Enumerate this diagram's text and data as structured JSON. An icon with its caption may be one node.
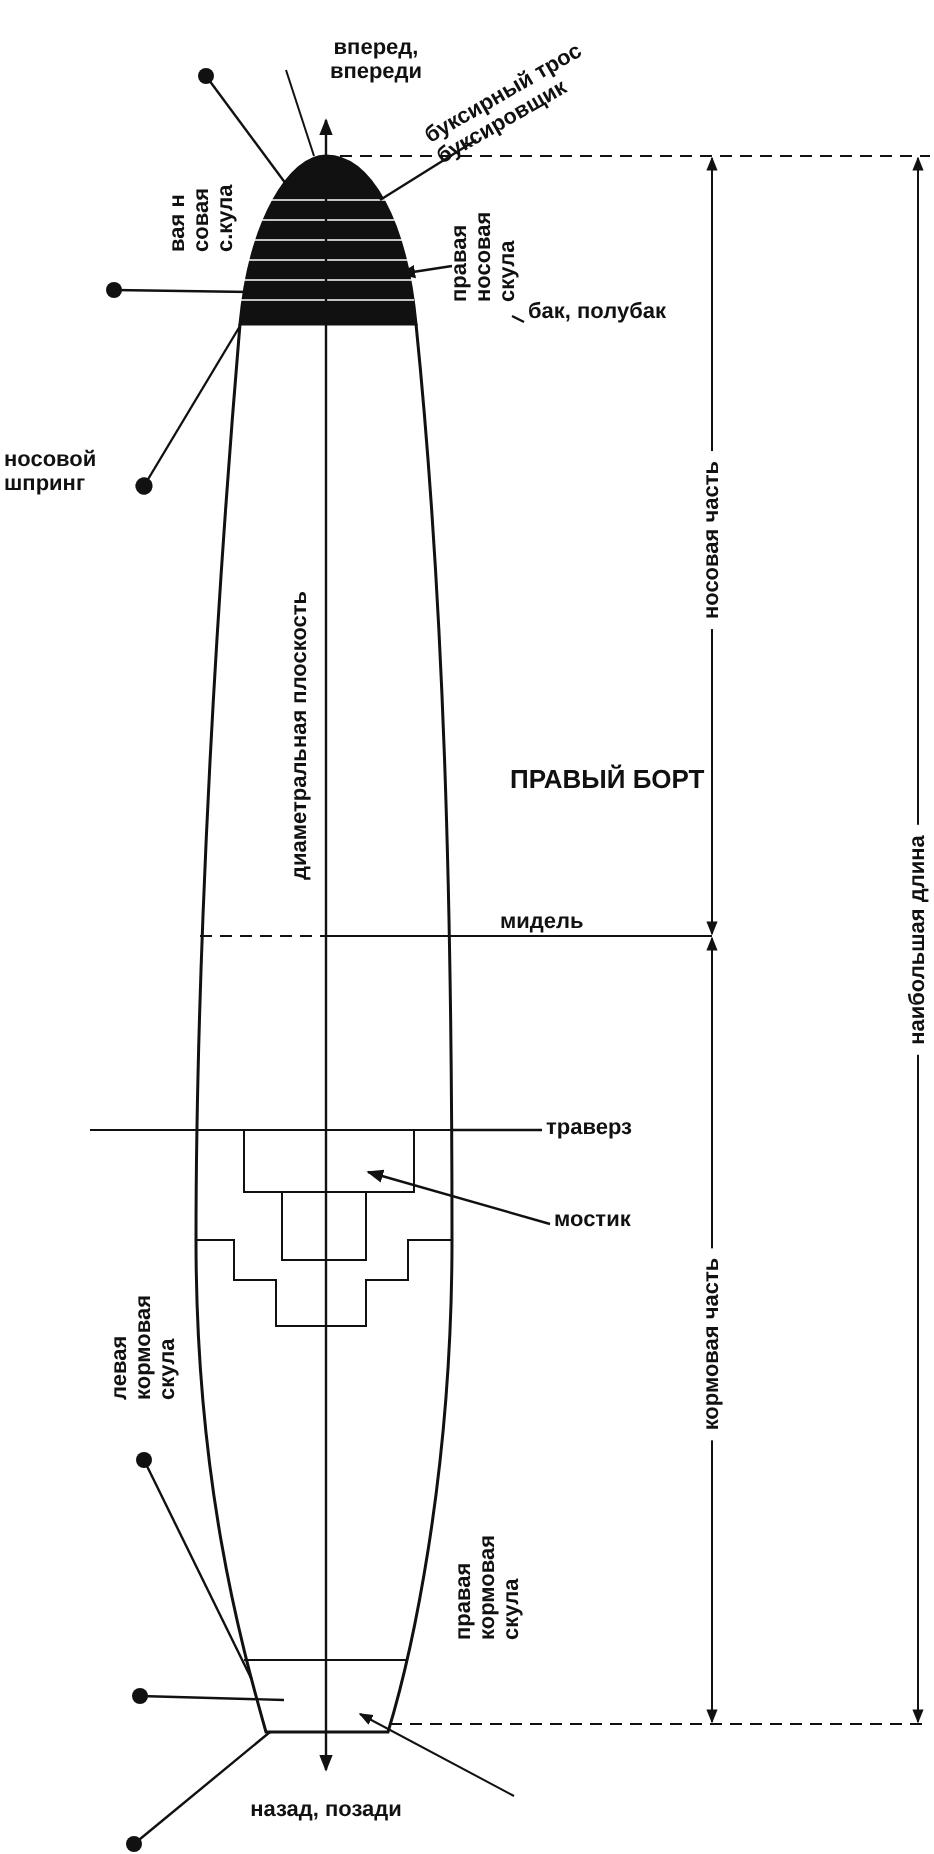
{
  "diagram": {
    "nodes": [
      {
        "text": [
          "буксирный трос буксировщик"
        ]
      },
      {
        "text": [
          "правая носовая скула"
        ]
      },
      {
        "text": [
          "бак, полубак"
        ]
      },
      {
        "text": [
          "носовой шпринг"
        ]
      },
      {
        "text": [
          "траверз"
        ]
      },
      {
        "text": [
          "мостик"
        ]
      },
      {
        "text": [],
        "shape": "circle"
      },
      {
        "text": [],
        "shape": "circle"
      },
      {
        "text": [],
        "shape": "circle"
      },
      {
        "text": [],
        "shape": "circle"
      },
      {
        "text": [],
        "shape": "circle"
      }
    ],
    "edges": [
      {
        "from": 0,
        "to": null,
        "arrow": "none"
      },
      {
        "from": 1,
        "to": null,
        "arrow": "to"
      },
      {
        "from": 2,
        "to": null,
        "arrow": "none"
      },
      {
        "from": 3,
        "to": null,
        "arrow": "other"
      },
      {
        "from": 4,
        "to": null,
        "arrow": "none"
      },
      {
        "from": 5,
        "to": null,
        "arrow": "to"
      },
      {
        "from": 6,
        "to": null,
        "arrow": "none"
      },
      {
        "from": 7,
        "to": null,
        "arrow": "none"
      },
      {
        "from": 8,
        "to": null,
        "arrow": "none"
      },
      {
        "from": 9,
        "to": null,
        "arrow": "none"
      },
      {
        "from": 10,
        "to": null,
        "arrow": "none"
      }
    ],
    "labels": [
      "вперед, впереди",
      "вая н совая с.кула",
      "диаметральная плоскость",
      "ПРАВЫЙ БОРТ",
      "мидель",
      "носовая часть",
      "наибольшая длина",
      "кормовая часть",
      "левая кормовая скула",
      "правая кормовая скула",
      "назад, позади"
    ]
  }
}
